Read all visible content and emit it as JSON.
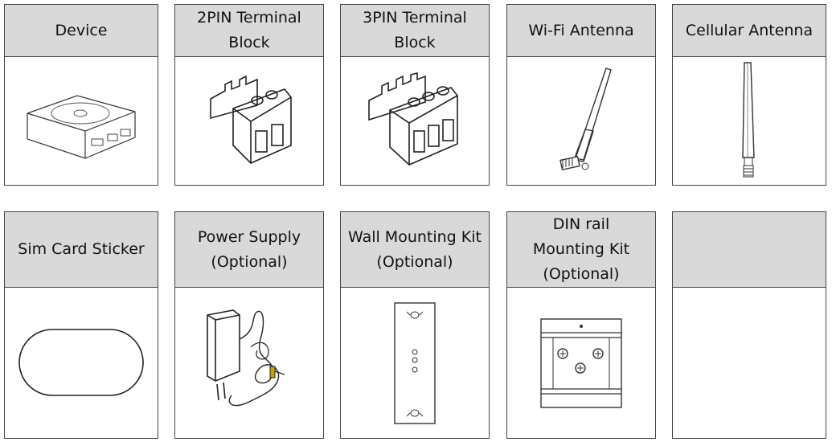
{
  "items": [
    {
      "label": "Device",
      "icon": "device-icon"
    },
    {
      "label": "2PIN Terminal\nBlock",
      "icon": "terminal-block-2pin-icon"
    },
    {
      "label": "3PIN Terminal\nBlock",
      "icon": "terminal-block-3pin-icon"
    },
    {
      "label": "Wi-Fi Antenna",
      "icon": "wifi-antenna-icon"
    },
    {
      "label": "Cellular Antenna",
      "icon": "cellular-antenna-icon"
    },
    {
      "label": "Sim Card Sticker",
      "icon": "sim-card-sticker-icon"
    },
    {
      "label": "Power Supply\n(Optional)",
      "icon": "power-supply-icon"
    },
    {
      "label": "Wall Mounting Kit\n(Optional)",
      "icon": "wall-mounting-kit-icon"
    },
    {
      "label": "DIN rail\nMounting Kit\n(Optional)",
      "icon": "din-rail-mounting-kit-icon"
    },
    {
      "label": "",
      "icon": ""
    }
  ]
}
